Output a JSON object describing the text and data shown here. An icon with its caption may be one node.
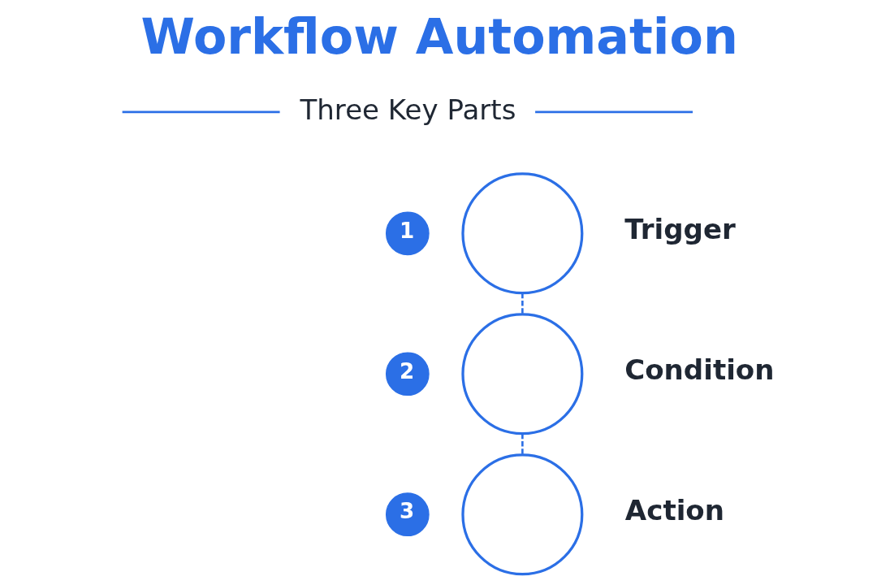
{
  "diagram": {
    "title": "Workflow Automation",
    "nodes": [
      {
        "text": [
          "1"
        ]
      },
      {
        "text": [],
        "shape": "circle",
        "beside": [
          "Trigger"
        ]
      },
      {
        "text": [
          "2"
        ]
      },
      {
        "text": [],
        "shape": "circle",
        "beside": [
          "Condition"
        ]
      },
      {
        "text": [
          "3"
        ]
      },
      {
        "text": [],
        "shape": "circle",
        "beside": [
          "Action"
        ]
      }
    ],
    "edges": [
      {
        "from": 1,
        "to": 3,
        "arrow": "none",
        "style": "dashed"
      },
      {
        "from": 3,
        "to": 5,
        "arrow": "none",
        "style": "dashed"
      }
    ],
    "labels": [
      "Three Key Parts"
    ]
  }
}
